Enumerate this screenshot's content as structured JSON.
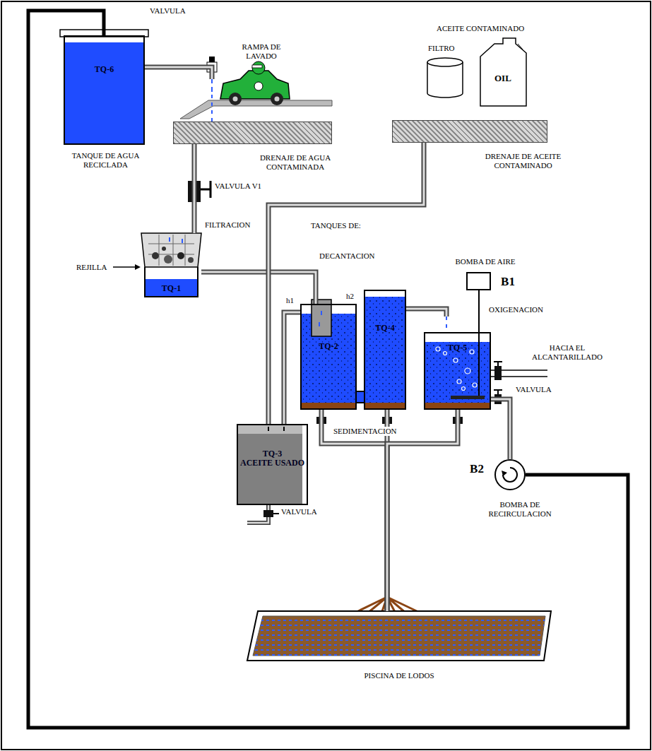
{
  "diagram": {
    "nodes": [
      {
        "text": [
          "TQ-6",
          "TANQUE DE AGUA RECICLADA"
        ]
      },
      {
        "text": [
          "TQ-1"
        ]
      },
      {
        "text": [
          "TQ-2"
        ]
      },
      {
        "text": [
          "TQ-4"
        ]
      },
      {
        "text": [
          "TQ-5"
        ]
      },
      {
        "text": [
          "TQ-3",
          "ACEITE USADO"
        ]
      },
      {
        "text": [
          "BOMBA DE AIRE",
          "B1"
        ]
      },
      {
        "text": [
          "B2",
          "BOMBA DE RECIRCULACION"
        ]
      },
      {
        "text": [
          "PISCINA DE LODOS"
        ]
      },
      {
        "text": [
          "DRENAJE DE AGUA CONTAMINADA"
        ]
      },
      {
        "text": [
          "DRENAJE DE ACEITE CONTAMINADO"
        ]
      }
    ],
    "edges": [
      {
        "from": 0,
        "to": 9,
        "arrow": "none"
      },
      {
        "from": 9,
        "to": 1,
        "arrow": "none"
      },
      {
        "from": 1,
        "to": 2,
        "arrow": "none"
      },
      {
        "from": 10,
        "to": 5,
        "arrow": "none"
      },
      {
        "from": 2,
        "to": 5,
        "arrow": "none"
      },
      {
        "from": 2,
        "to": 3,
        "arrow": "none"
      },
      {
        "from": 3,
        "to": 4,
        "arrow": "none"
      },
      {
        "from": 6,
        "to": 4,
        "arrow": "none"
      },
      {
        "from": 4,
        "to": 7,
        "arrow": "none"
      },
      {
        "from": 7,
        "to": 0,
        "arrow": "none"
      },
      {
        "from": 2,
        "to": 8,
        "arrow": "none"
      },
      {
        "from": 3,
        "to": 8,
        "arrow": "none"
      },
      {
        "from": 4,
        "to": 8,
        "arrow": "none"
      }
    ],
    "labels": [
      "VALVULA",
      "RAMPA DE LAVADO",
      "ACEITE CONTAMINADO",
      "FILTRO",
      "OIL",
      "VALVULA V1",
      "FILTRACION",
      "TANQUES DE:",
      "REJILLA",
      "DECANTACION",
      "h1",
      "h2",
      "OXIGENACION",
      "HACIA EL ALCANTARILLADO",
      "VALVULA",
      "SEDIMENTACION",
      "VALVULA"
    ]
  }
}
